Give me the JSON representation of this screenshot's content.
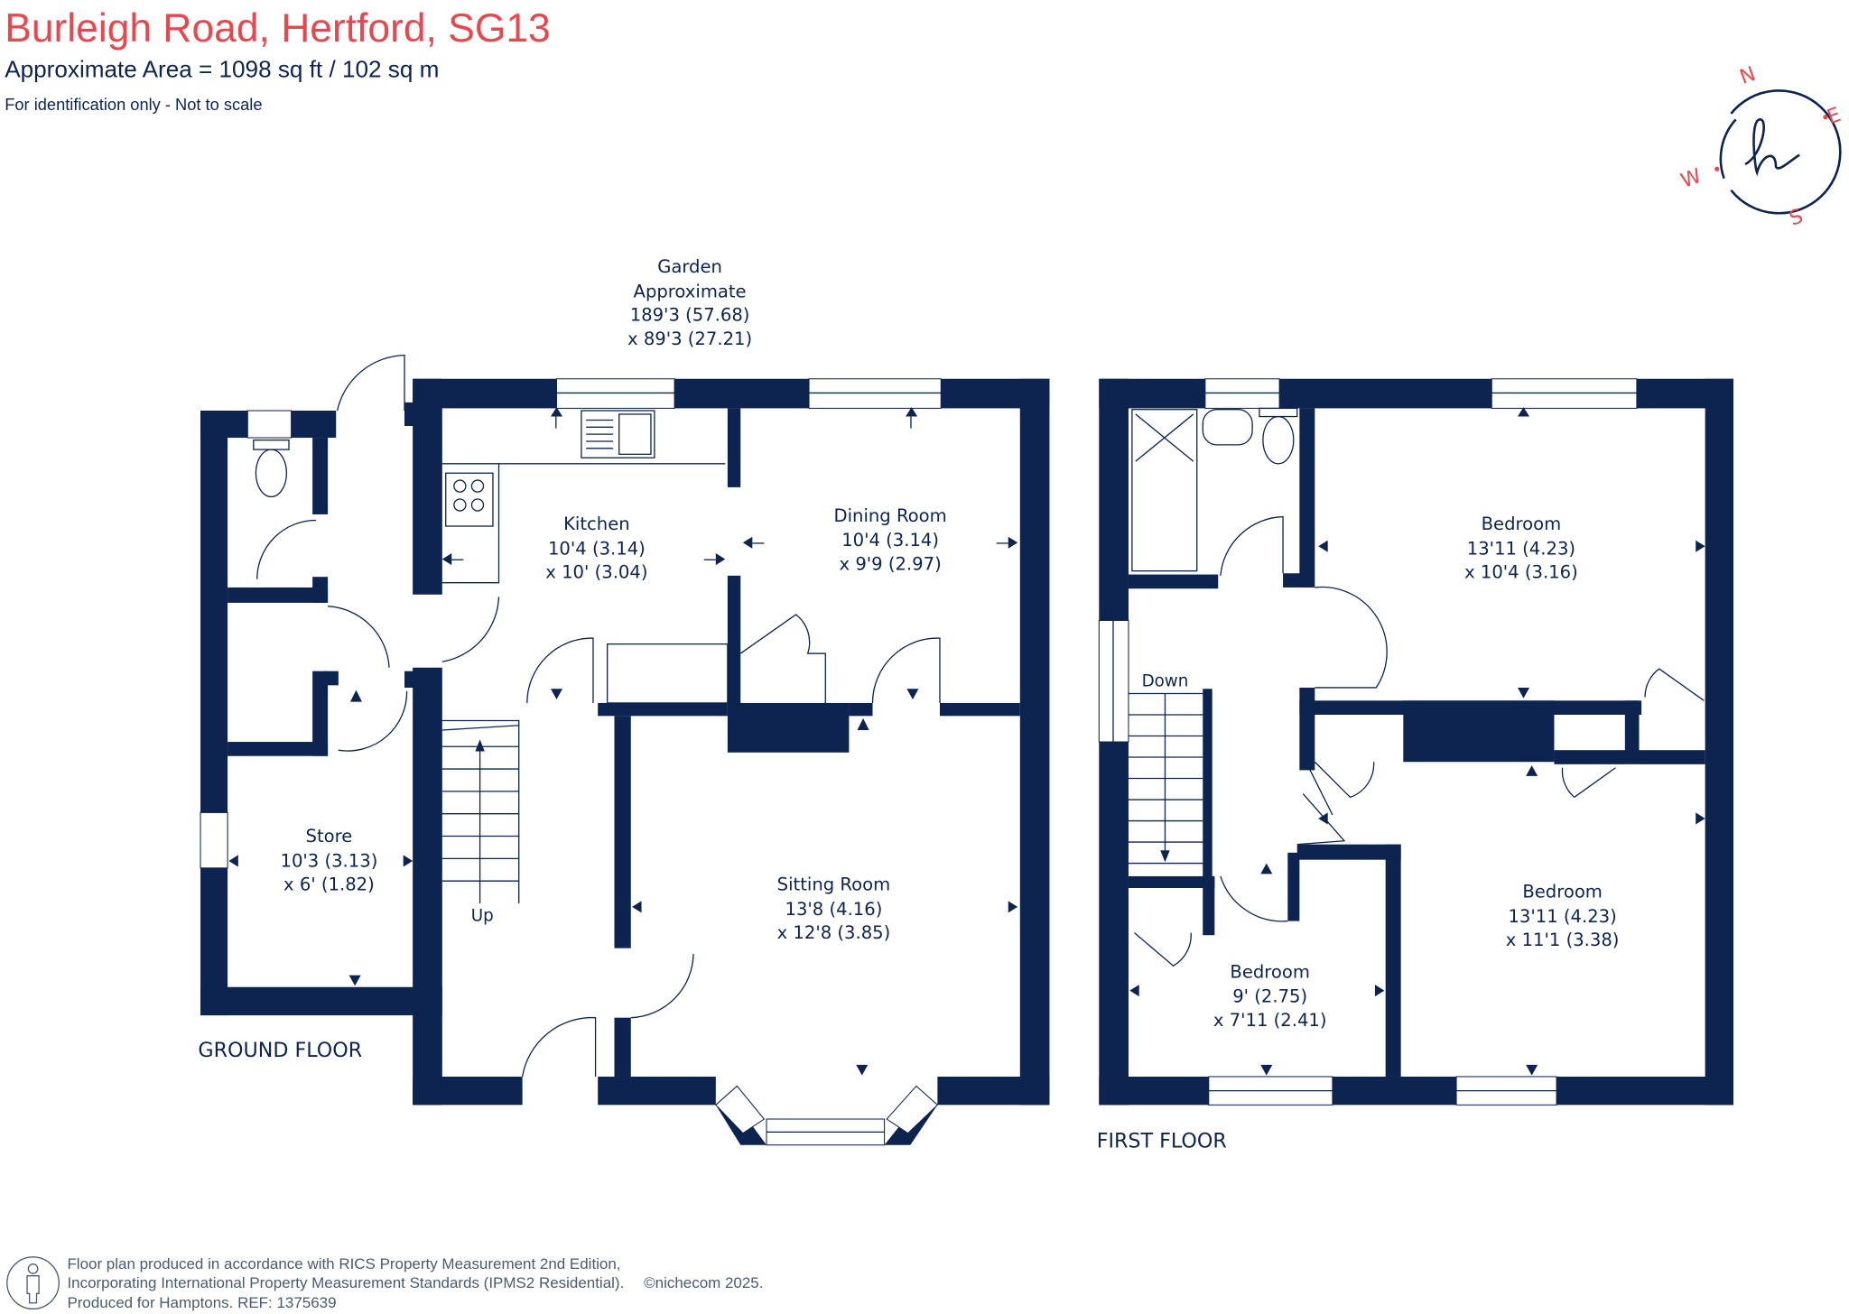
{
  "header": {
    "title": "Burleigh Road, Hertford, SG13",
    "area": "Approximate Area = 1098 sq ft / 102 sq m",
    "note": "For identification only - Not to scale"
  },
  "compass": {
    "n": "N",
    "e": "E",
    "s": "S",
    "w": "W",
    "logo": "h"
  },
  "garden": {
    "line1": "Garden",
    "line2": "Approximate",
    "line3": "189'3 (57.68)",
    "line4": "x 89'3 (27.21)"
  },
  "ground_floor": {
    "label": "GROUND FLOOR",
    "rooms": [
      {
        "name": "Kitchen",
        "dim1": "10'4 (3.14)",
        "dim2": "x 10' (3.04)"
      },
      {
        "name": "Dining Room",
        "dim1": "10'4 (3.14)",
        "dim2": "x 9'9 (2.97)"
      },
      {
        "name": "Store",
        "dim1": "10'3 (3.13)",
        "dim2": "x 6' (1.82)"
      },
      {
        "name": "Sitting Room",
        "dim1": "13'8 (4.16)",
        "dim2": "x 12'8 (3.85)"
      }
    ],
    "stairs": "Up"
  },
  "first_floor": {
    "label": "FIRST FLOOR",
    "rooms": [
      {
        "name": "Bedroom",
        "dim1": "13'11 (4.23)",
        "dim2": "x 10'4 (3.16)"
      },
      {
        "name": "Bedroom",
        "dim1": "13'11 (4.23)",
        "dim2": "x 11'1 (3.38)"
      },
      {
        "name": "Bedroom",
        "dim1": "9' (2.75)",
        "dim2": "x 7'11 (2.41)"
      }
    ],
    "stairs": "Down"
  },
  "footer": {
    "line1": "Floor plan produced in accordance with RICS Property Measurement 2nd Edition,",
    "line2": "Incorporating International Property Measurement Standards (IPMS2 Residential).",
    "copyright": "©nichecom 2025.",
    "line3": "Produced for Hamptons.  REF:  1375639"
  },
  "colors": {
    "navy": "#0d2350",
    "red": "#e8474f"
  }
}
